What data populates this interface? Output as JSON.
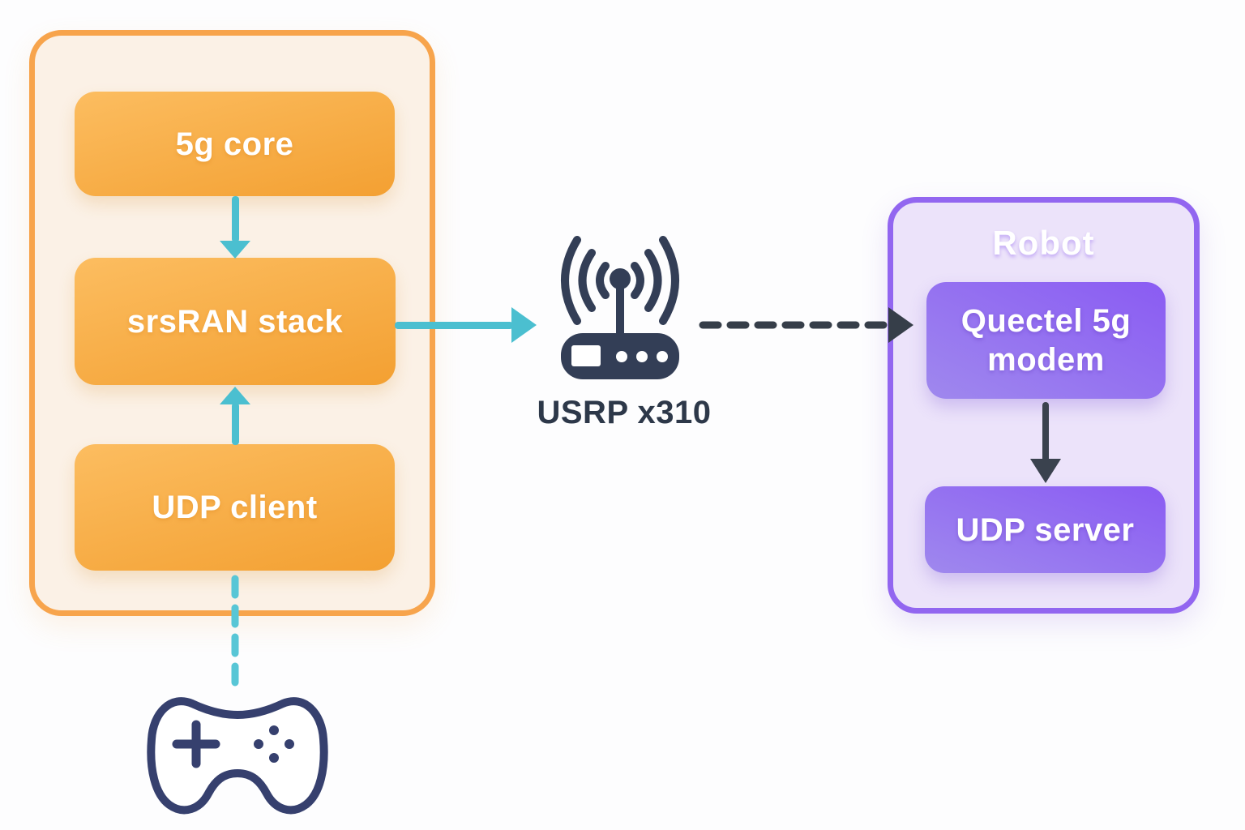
{
  "groups": {
    "gnb": {
      "nodes": [
        {
          "id": "5g-core",
          "label": "5g core"
        },
        {
          "id": "srsran-stack",
          "label": "srsRAN stack"
        },
        {
          "id": "udp-client",
          "label": "UDP client"
        }
      ]
    },
    "robot": {
      "title": "Robot",
      "nodes": [
        {
          "id": "quectel-5g-modem",
          "label": "Quectel 5g modem"
        },
        {
          "id": "udp-server",
          "label": "UDP server"
        }
      ]
    }
  },
  "standalone": {
    "usrp": {
      "label": "USRP x310",
      "icon": "wireless-router-icon"
    },
    "gamepad": {
      "icon": "gamepad-icon"
    }
  },
  "edges": [
    {
      "from": "5g core",
      "to": "srsRAN stack",
      "style": "solid",
      "color": "#4bbfd0",
      "direction": "down"
    },
    {
      "from": "UDP client",
      "to": "srsRAN stack",
      "style": "solid",
      "color": "#4bbfd0",
      "direction": "up"
    },
    {
      "from": "srsRAN stack",
      "to": "USRP x310",
      "style": "solid",
      "color": "#4bbfd0",
      "direction": "right"
    },
    {
      "from": "USRP x310",
      "to": "Quectel 5g modem",
      "style": "dashed",
      "color": "#363e49",
      "direction": "right"
    },
    {
      "from": "Quectel 5g modem",
      "to": "UDP server",
      "style": "solid",
      "color": "#3a424e",
      "direction": "down"
    },
    {
      "from": "gamepad",
      "to": "UDP client",
      "style": "dashed",
      "color": "#58c6d6",
      "direction": "up"
    }
  ],
  "colors": {
    "background": "#fdfdfe",
    "orange_group_border": "#f7a44c",
    "orange_group_fill": "#fbf1e6",
    "orange_node_gradient_start": "#fcbd60",
    "orange_node_gradient_end": "#f3a032",
    "purple_group_border": "#9266f0",
    "purple_group_fill": "#ece3fa",
    "purple_node_gradient_start": "#9f88ee",
    "purple_node_gradient_end": "#8a5bf3",
    "teal_arrow": "#4bbfd0",
    "teal_dashed": "#58c6d6",
    "dark_dashed": "#363e49",
    "dark_arrow": "#3a424e",
    "router_icon": "#333e56",
    "gamepad_icon": "#36406e",
    "usrp_label_text": "#2d3849",
    "node_text": "#ffffff"
  }
}
